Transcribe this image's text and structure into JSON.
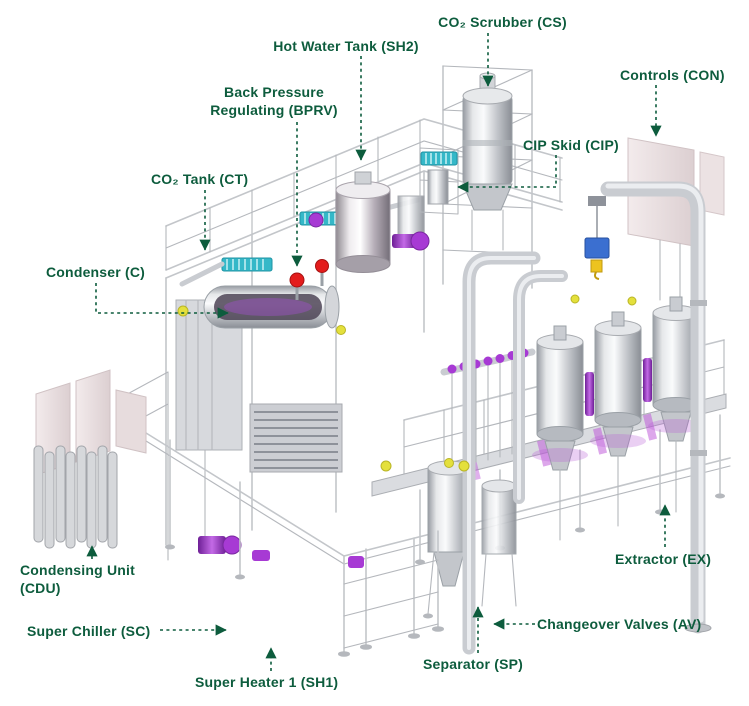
{
  "colors": {
    "label": "#0d5c3d",
    "accent_purple": "#a73ad4",
    "accent_red": "#e31c1c",
    "accent_yellow": "#e4e03c",
    "accent_teal": "#35b8c8",
    "steel": "#c9ccd1",
    "panel_pink": "#ece2e3"
  },
  "labels": {
    "cs": "CO₂ Scrubber (CS)",
    "sh2": "Hot Water Tank (SH2)",
    "con": "Controls (CON)",
    "bprv1": "Back Pressure",
    "bprv2": "Regulating (BPRV)",
    "cip": "CIP Skid (CIP)",
    "ct": "CO₂ Tank (CT)",
    "c": "Condenser (C)",
    "cdu1": "Condensing Unit",
    "cdu2": "(CDU)",
    "sc": "Super Chiller (SC)",
    "sh1": "Super Heater 1 (SH1)",
    "sp": "Separator (SP)",
    "av": "Changeover Valves (AV)",
    "ex": "Extractor (EX)"
  }
}
